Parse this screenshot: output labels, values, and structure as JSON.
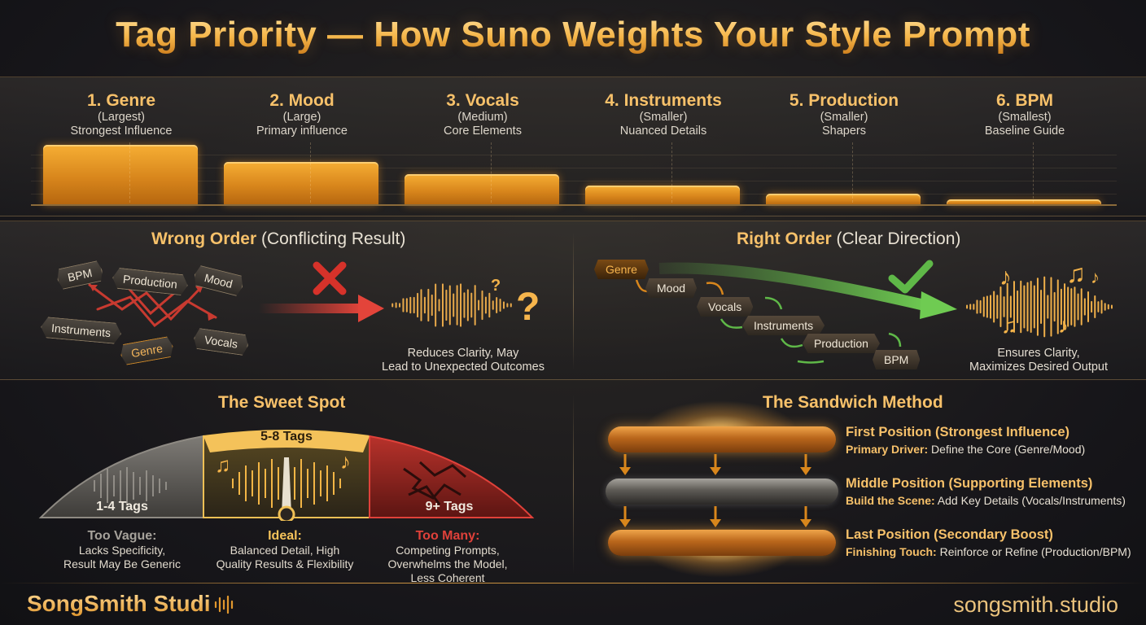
{
  "title": "Tag Priority — How Suno Weights Your Style Prompt",
  "priority": {
    "items": [
      {
        "name": "1. Genre",
        "size": "(Largest)",
        "desc": "Strongest Influence",
        "weight": 1.0
      },
      {
        "name": "2. Mood",
        "size": "(Large)",
        "desc": "Primary influence",
        "weight": 0.72
      },
      {
        "name": "3. Vocals",
        "size": "(Medium)",
        "desc": "Core Elements",
        "weight": 0.52
      },
      {
        "name": "4. Instruments",
        "size": "(Smaller)",
        "desc": "Nuanced Details",
        "weight": 0.33
      },
      {
        "name": "5. Production",
        "size": "(Smaller)",
        "desc": "Shapers",
        "weight": 0.19
      },
      {
        "name": "6. BPM",
        "size": "(Smallest)",
        "desc": "Baseline Guide",
        "weight": 0.1
      }
    ]
  },
  "wrong_order": {
    "heading_bold": "Wrong Order",
    "heading_rest": " (Conflicting Result)",
    "tags": [
      "BPM",
      "Production",
      "Mood",
      "Instruments",
      "Genre",
      "Vocals"
    ],
    "caption_line1": "Reduces Clarity, May",
    "caption_line2": "Lead to Unexpected Outcomes",
    "question_small": "?",
    "question_big": "?"
  },
  "right_order": {
    "heading_bold": "Right Order",
    "heading_rest": " (Clear Direction)",
    "tags": [
      "Genre",
      "Mood",
      "Vocals",
      "Instruments",
      "Production",
      "BPM"
    ],
    "caption_line1": "Ensures Clarity,",
    "caption_line2": "Maximizes Desired Output"
  },
  "sweet_spot": {
    "heading": "The Sweet Spot",
    "segments": [
      {
        "label": "1-4 Tags",
        "title": "Too Vague:",
        "body1": "Lacks Specificity,",
        "body2": "Result May Be Generic",
        "body3": "",
        "color": "#9a9690"
      },
      {
        "label": "5-8 Tags",
        "title": "Ideal:",
        "body1": "Balanced Detail, High",
        "body2": "Quality Results & Flexibility",
        "body3": "",
        "color": "#f4c25a"
      },
      {
        "label": "9+ Tags",
        "title": "Too Many:",
        "body1": "Competing Prompts,",
        "body2": "Overwhelms the Model,",
        "body3": "Less Coherent",
        "color": "#e0413a"
      }
    ]
  },
  "sandwich": {
    "heading": "The Sandwich Method",
    "layers": [
      {
        "title": "First Position (Strongest Influence)",
        "lead": "Primary Driver:",
        "body": " Define the Core (Genre/Mood)"
      },
      {
        "title": "Middle Position (Supporting Elements)",
        "lead": "Build the Scene:",
        "body": " Add Key Details (Vocals/Instruments)"
      },
      {
        "title": "Last Position (Secondary Boost)",
        "lead": "Finishing Touch:",
        "body": " Reinforce or Refine (Production/BPM)"
      }
    ]
  },
  "footer": {
    "brand": "SongSmith Studi",
    "site": "songsmith.studio"
  },
  "colors": {
    "accent": "#f7c16a",
    "bar": "#d8861c",
    "wrong": "#d33b33",
    "right": "#5fb848"
  }
}
